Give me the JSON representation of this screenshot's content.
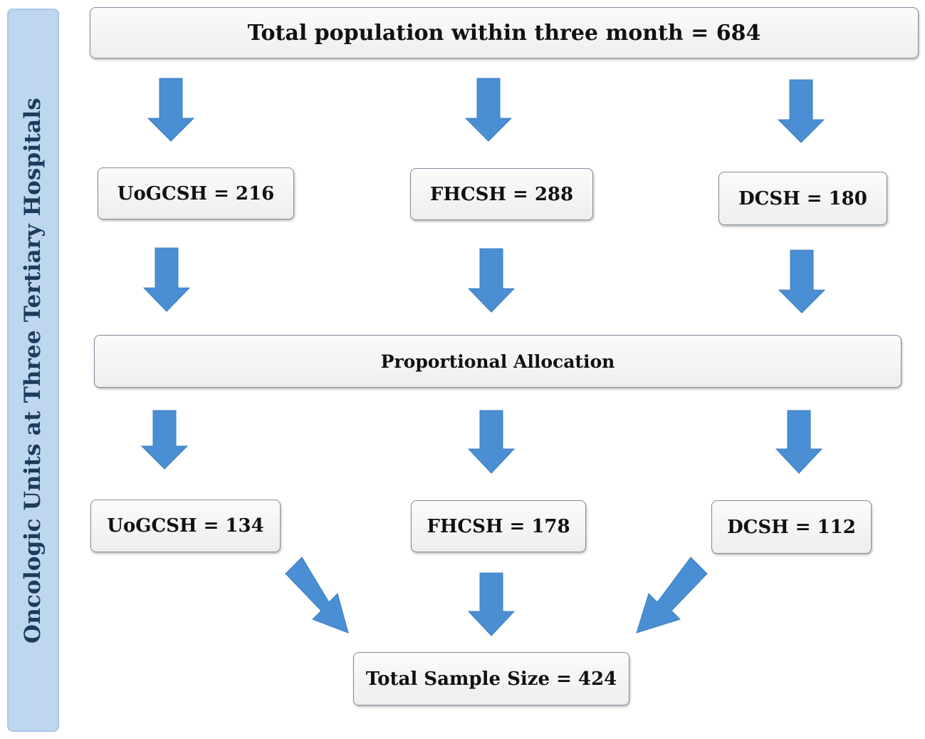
{
  "side_label": "Oncologic Units at Three Tertiary Hospitals",
  "total_population": "Total population within three month = 684",
  "hospitals_population": [
    "UoGCSH = 216",
    "FHCSH = 288",
    "DCSH = 180"
  ],
  "allocation_step": "Proportional Allocation",
  "hospitals_sample": [
    "UoGCSH = 134",
    "FHCSH = 178",
    "DCSH = 112"
  ],
  "total_sample": "Total Sample Size = 424",
  "colors": {
    "arrow_fill": "#4a8ed3",
    "side_bar_fill": "#bcd7ee",
    "side_label_text": "#1e3a5c",
    "box_fill": "#f3f3f3"
  }
}
